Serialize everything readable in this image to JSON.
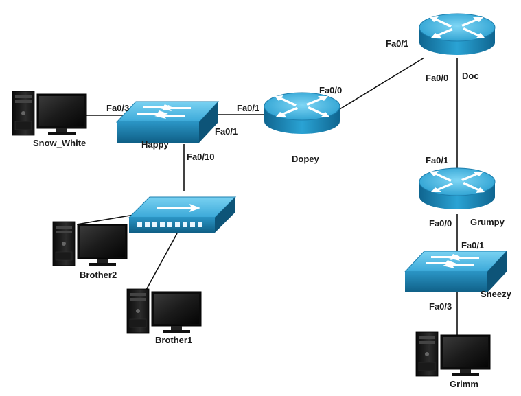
{
  "devices": {
    "snow_white": "Snow_White",
    "happy": "Happy",
    "dopey": "Dopey",
    "doc": "Doc",
    "grumpy": "Grumpy",
    "sneezy": "Sneezy",
    "grimm": "Grimm",
    "brother1": "Brother1",
    "brother2": "Brother2"
  },
  "ports": {
    "snow_to_happy": "Fa0/3",
    "happy_to_dopey": "Fa0/1",
    "dopey_from_happy": "Fa0/1",
    "happy_down": "Fa0/10",
    "dopey_to_doc": "Fa0/0",
    "doc_from_dopey": "Fa0/1",
    "doc_to_grumpy": "Fa0/0",
    "grumpy_from_doc": "Fa0/1",
    "grumpy_to_sneezy": "Fa0/0",
    "sneezy_from_grumpy": "Fa0/1",
    "sneezy_to_grimm": "Fa0/3"
  },
  "colors": {
    "device_top": "#3fb4e0",
    "device_side": "#1d7fae",
    "device_dark": "#0f5f86",
    "arrow": "#ffffff",
    "link": "#111111"
  },
  "icons": {
    "router": "router-icon",
    "switch": "switch-icon",
    "hub": "hub-icon",
    "pc": "pc-icon"
  }
}
